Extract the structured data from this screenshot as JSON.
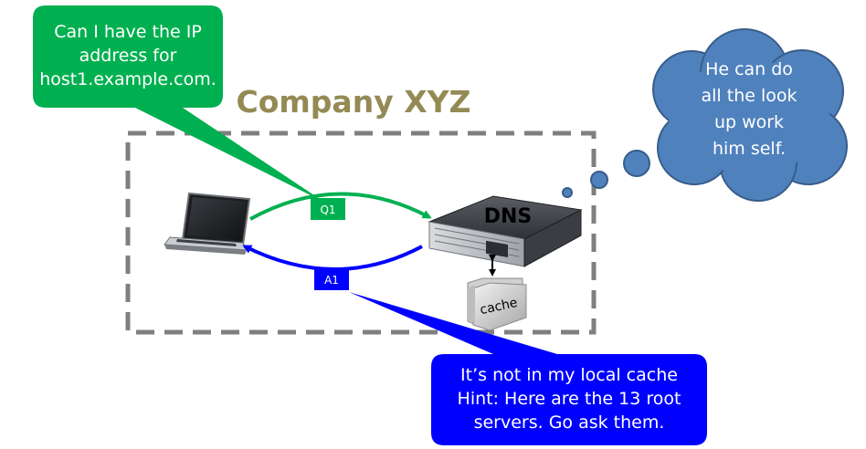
{
  "company": {
    "title": "Company XYZ"
  },
  "server": {
    "label": "DNS"
  },
  "cache": {
    "label": "cache"
  },
  "query": {
    "tag": "Q1"
  },
  "answer": {
    "tag": "A1"
  },
  "client_callout": {
    "lines": [
      "Can I have the IP",
      "address for",
      "host1.example.com."
    ]
  },
  "server_callout": {
    "lines": [
      "It’s not in my local cache",
      "Hint: Here are the 13 root",
      "servers.  Go ask them."
    ]
  },
  "thought_cloud": {
    "lines": [
      "He can do",
      "all the look",
      "up work",
      "him self."
    ]
  },
  "colors": {
    "green": "#00b050",
    "blue": "#0000ff",
    "cloud": "#4f81bd",
    "title": "#948a54",
    "dash": "#7f7f7f"
  }
}
